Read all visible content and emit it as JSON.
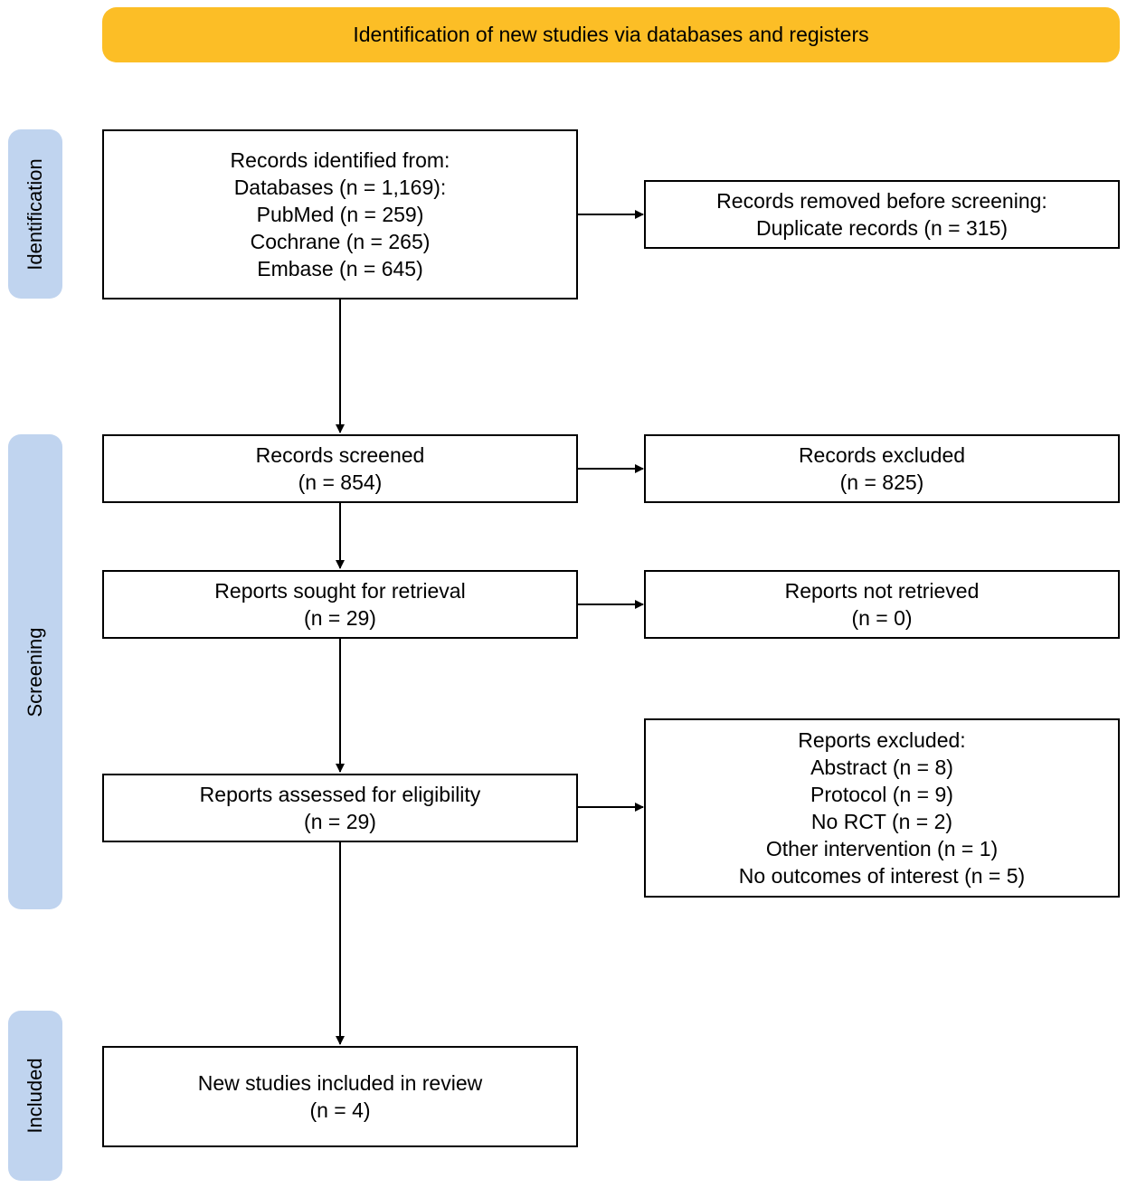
{
  "header": {
    "title": "Identification of new studies via databases and registers",
    "color": "#fcbe26"
  },
  "phases": {
    "color": "#c0d4ef",
    "identification": "Identification",
    "screening": "Screening",
    "included": "Included"
  },
  "boxes": {
    "records_identified": {
      "lines": [
        "Records identified from:",
        "Databases (n = 1,169):",
        "PubMed (n = 259)",
        "Cochrane (n = 265)",
        "Embase (n = 645)"
      ]
    },
    "records_removed": {
      "lines": [
        "Records removed before screening:",
        "Duplicate records (n = 315)"
      ]
    },
    "records_screened": {
      "lines": [
        "Records screened",
        "(n = 854)"
      ]
    },
    "records_excluded": {
      "lines": [
        "Records excluded",
        "(n = 825)"
      ]
    },
    "reports_sought": {
      "lines": [
        "Reports sought for retrieval",
        "(n = 29)"
      ]
    },
    "reports_not_retrieved": {
      "lines": [
        "Reports not retrieved",
        "(n = 0)"
      ]
    },
    "reports_assessed": {
      "lines": [
        "Reports assessed for eligibility",
        "(n = 29)"
      ]
    },
    "reports_excluded": {
      "lines": [
        "Reports excluded:",
        "Abstract (n = 8)",
        "Protocol (n = 9)",
        "No RCT (n = 2)",
        "Other intervention (n = 1)",
        "No outcomes of interest (n = 5)"
      ]
    },
    "studies_included": {
      "lines": [
        "New studies included in review",
        "(n = 4)"
      ]
    }
  }
}
